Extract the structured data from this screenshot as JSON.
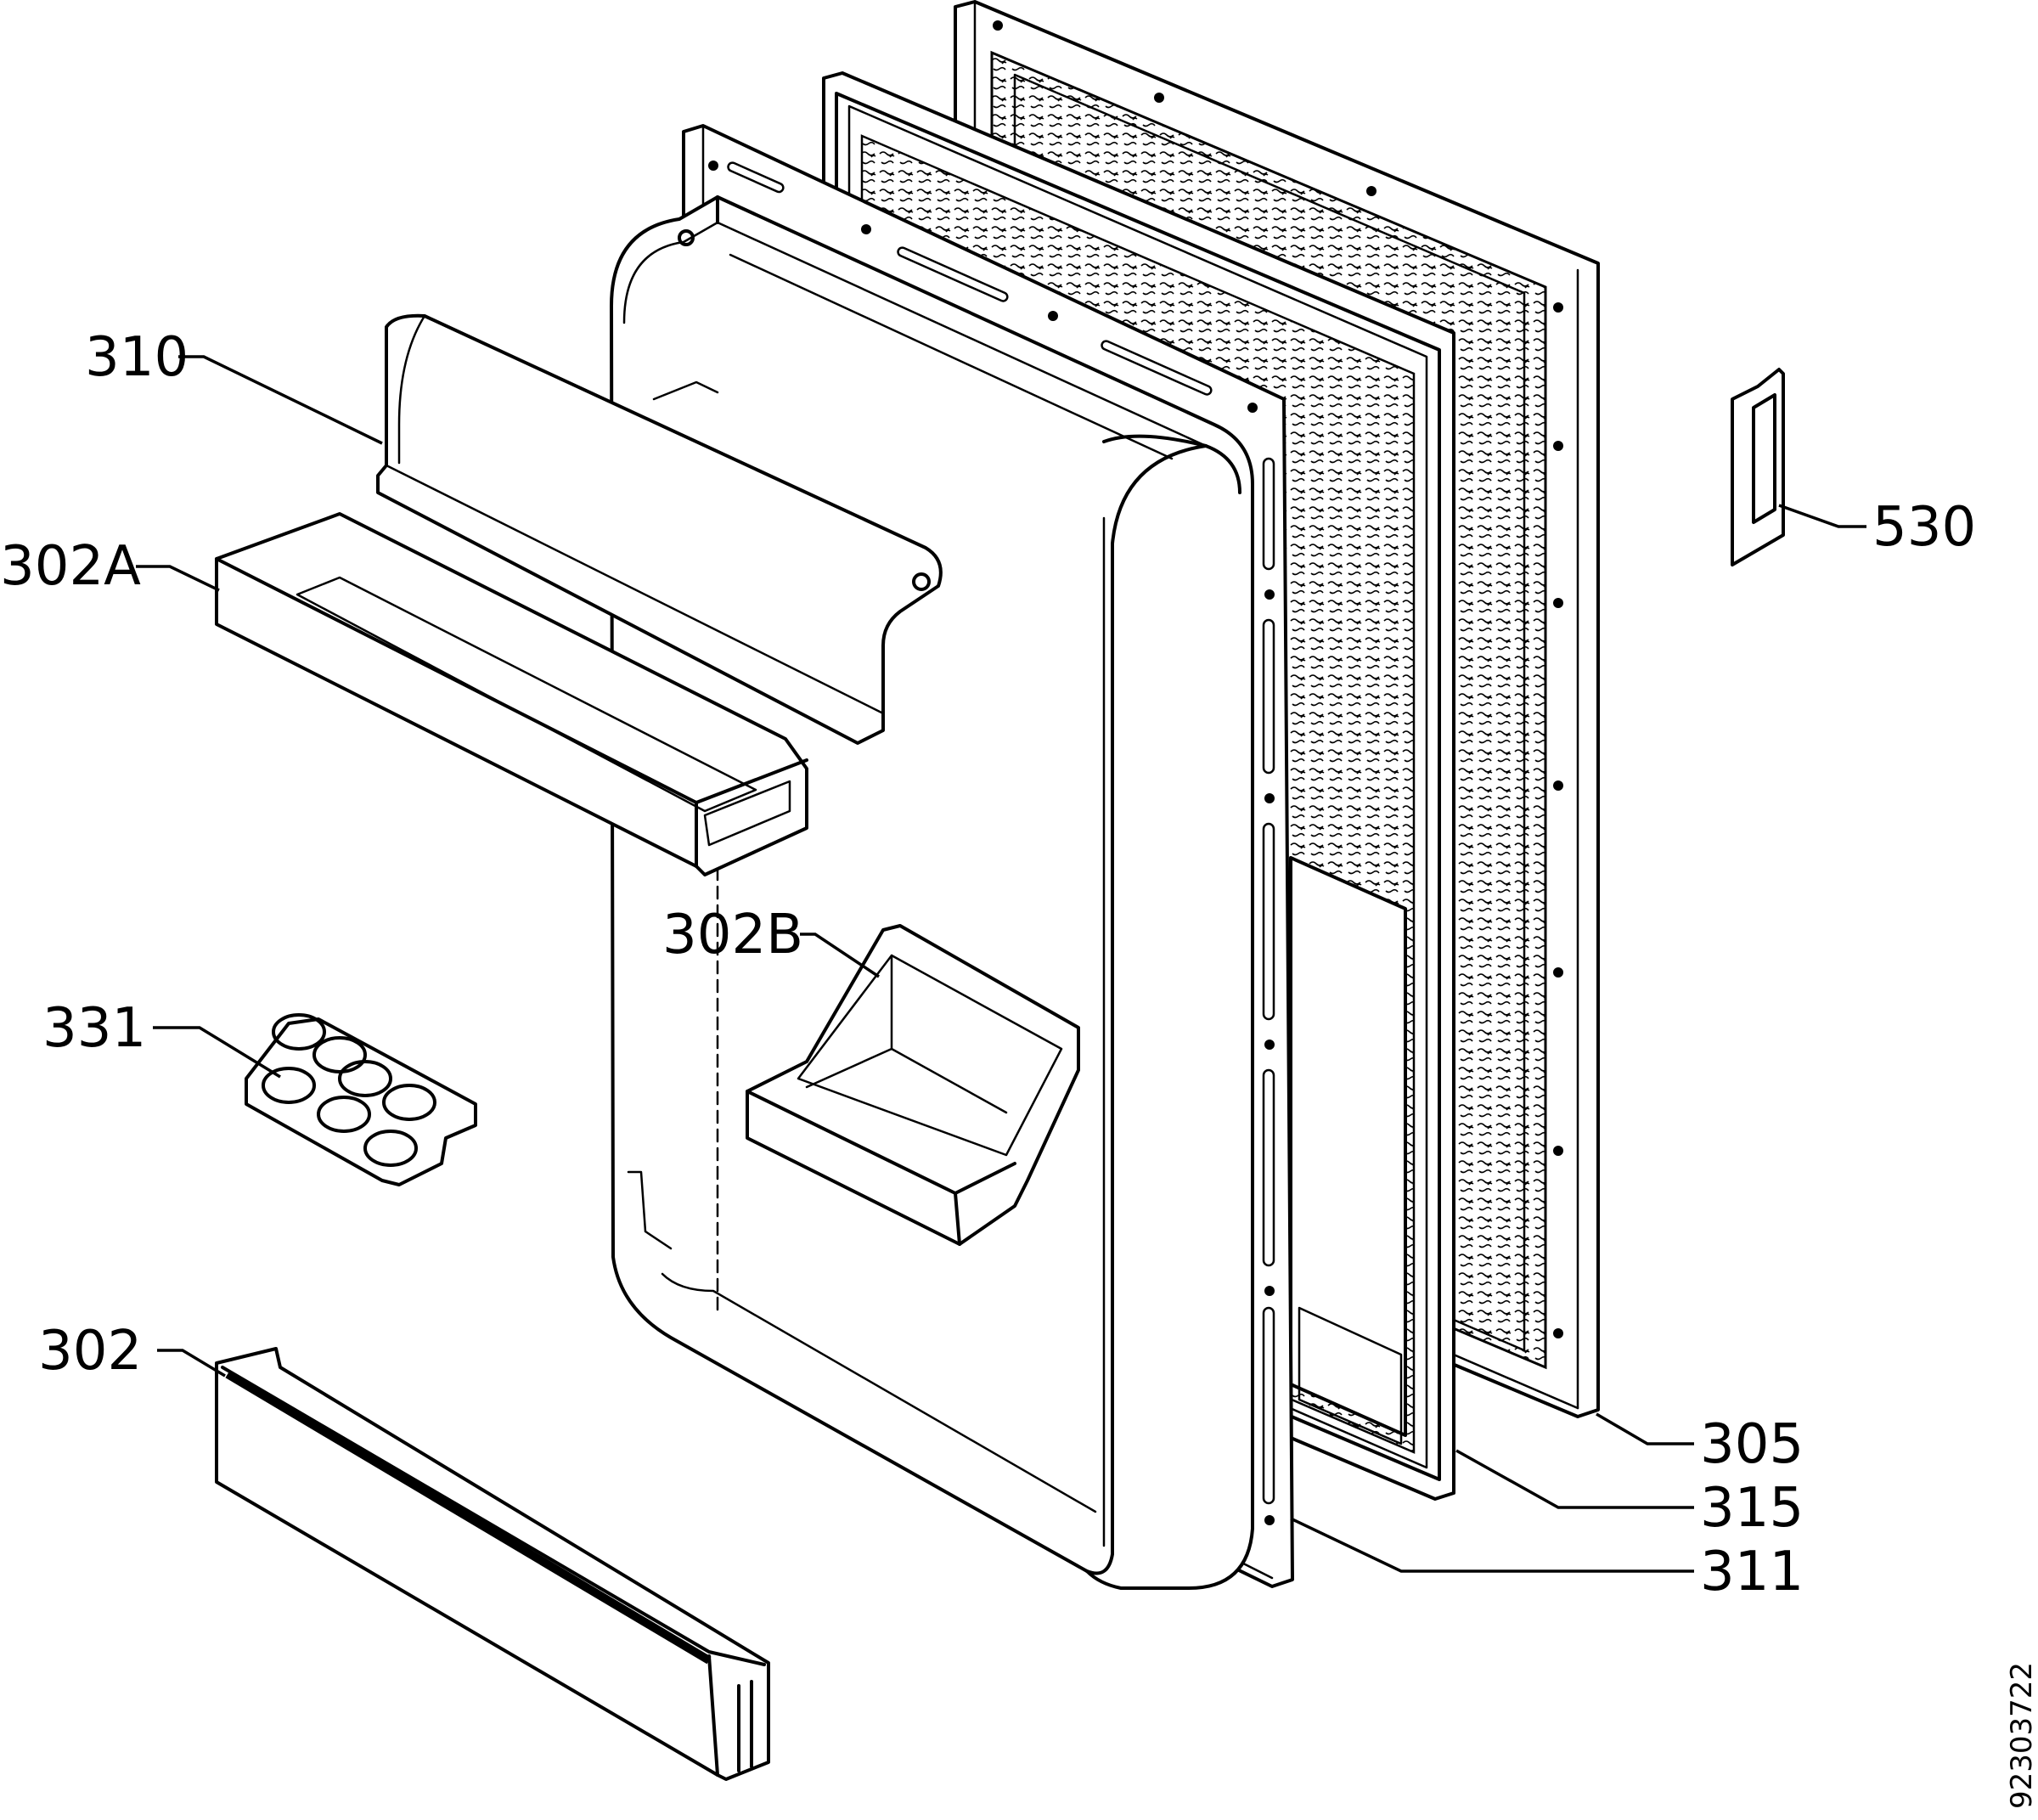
{
  "diagram": {
    "labels": {
      "l310": "310",
      "l302a": "302A",
      "l302b": "302B",
      "l331": "331",
      "l302": "302",
      "l530": "530",
      "l305": "305",
      "l315": "315",
      "l311": "311"
    },
    "drawing_code": "92303722"
  }
}
